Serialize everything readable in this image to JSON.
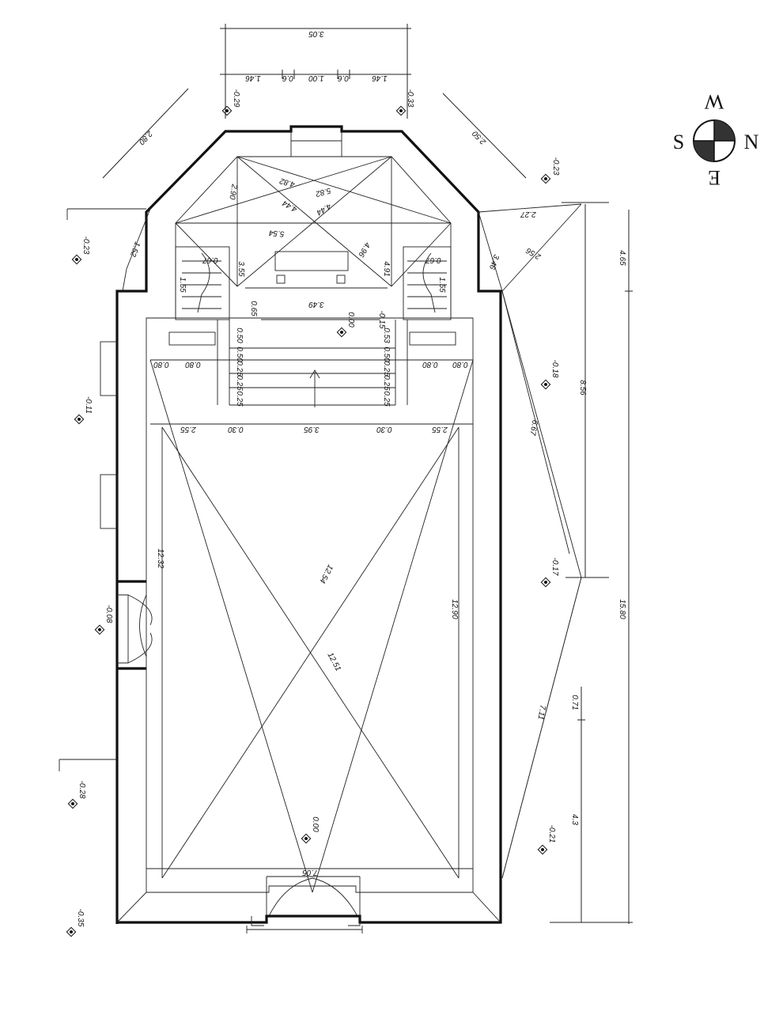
{
  "compass": {
    "north": "N",
    "south": "S",
    "east": "E",
    "west": "W"
  },
  "dimensions": {
    "top_total": "3.05",
    "top_seg_1": "1.46",
    "top_seg_2": "0.6",
    "top_seg_3": "1.00",
    "top_seg_4": "0.6",
    "top_seg_5": "1.46",
    "apse_left": "2.80",
    "apse_right": "2.50",
    "apse_inner_1": "2.90",
    "apse_inner_2": "4.82",
    "apse_inner_3": "5.82",
    "apse_inner_4": "4.44",
    "apse_inner_5": "4.44",
    "apse_inner_6": "5.54",
    "apse_inner_7": "4.96",
    "apse_chord_left": "3.55",
    "apse_chord_right": "4.91",
    "right_top_1": "2.27",
    "right_top_2": "2.56",
    "right_top_3": "3.46",
    "left_wall_small": "1.52",
    "stair_left_1": "0.67",
    "stair_left_2": "1.55",
    "stair_right_1": "0.67",
    "stair_right_2": "1.55",
    "altar_width": "3.49",
    "altar_depth": "0.65",
    "step_left_1": "0.50",
    "step_left_2": "0.50",
    "step_left_3": "0.25",
    "step_left_4": "0.25",
    "step_left_5": "0.25",
    "step_right_1": "0.53",
    "step_right_2": "0.50",
    "step_right_3": "0.25",
    "step_right_4": "0.25",
    "step_right_5": "0.25",
    "side_left_a": "0.80",
    "side_left_b": "0.80",
    "side_right_a": "0.80",
    "side_right_b": "0.80",
    "cross_left": "2.55",
    "cross_left_small": "0.30",
    "cross_center": "3.95",
    "cross_right_small": "0.30",
    "cross_right": "2.55",
    "nave_left": "12.32",
    "nave_right": "12.90",
    "nave_diag_1": "12.54",
    "nave_diag_2": "12.51",
    "nave_bottom": "7.05",
    "right_8_56": "8.56",
    "right_4_65": "4.65",
    "right_total": "15.80",
    "right_diag_1": "6.67",
    "right_diag_2": "7.11",
    "right_0_71": "0.71",
    "right_4_3": "4.3",
    "level_1": "-0.29",
    "level_2": "-0.33",
    "level_3": "-0.23",
    "level_4": "-0.23",
    "level_5": "-0.18",
    "level_6": "-0.11",
    "level_7": "-0.17",
    "level_8": "-0.08",
    "level_9": "-0.28",
    "level_10": "-0.21",
    "level_11": "-0.35",
    "level_12": "-0.15",
    "level_13": "0.00",
    "level_14": "0.00"
  }
}
